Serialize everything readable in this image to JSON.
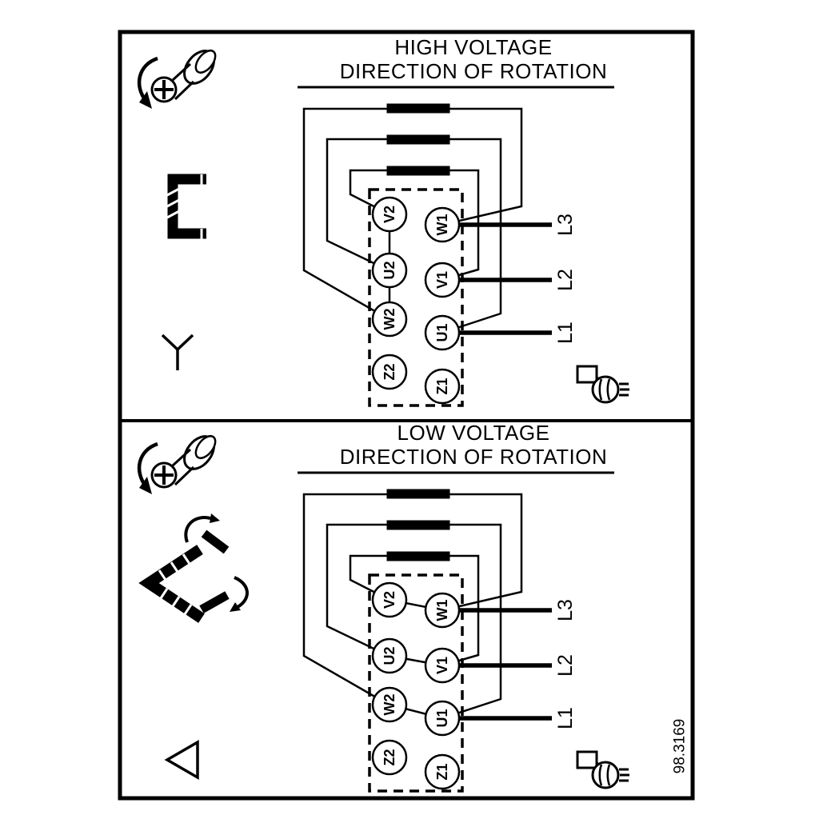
{
  "figure_number": "98.3169",
  "panels": [
    {
      "title_line1": "HIGH VOLTAGE",
      "title_line2": "DIRECTION OF ROTATION",
      "connection_symbol": "star",
      "terminals": {
        "left": [
          "V2",
          "U2",
          "W2",
          "Z2"
        ],
        "right": [
          "W1",
          "V1",
          "U1",
          "Z1"
        ]
      },
      "supply_lines": [
        "L3",
        "L2",
        "L1"
      ]
    },
    {
      "title_line1": "LOW VOLTAGE",
      "title_line2": "DIRECTION OF ROTATION",
      "connection_symbol": "delta",
      "terminals": {
        "left": [
          "V2",
          "U2",
          "W2",
          "Z2"
        ],
        "right": [
          "W1",
          "V1",
          "U1",
          "Z1"
        ]
      },
      "supply_lines": [
        "L3",
        "L2",
        "L1"
      ]
    }
  ]
}
